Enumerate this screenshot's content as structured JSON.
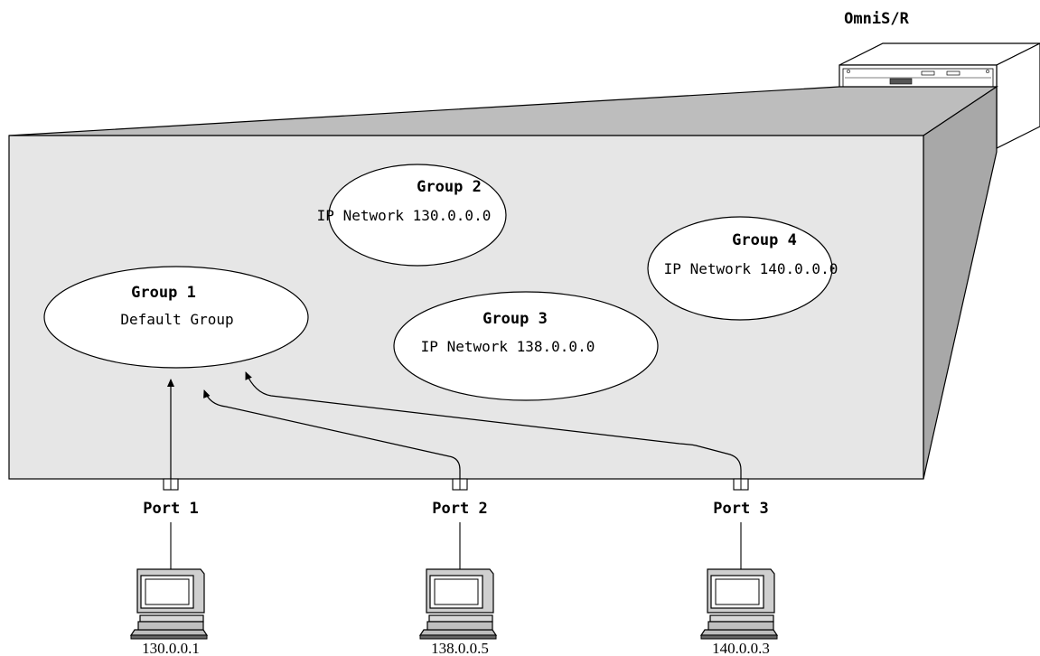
{
  "device": {
    "title": "OmniS/R"
  },
  "groups": [
    {
      "name": "Group 2",
      "subtitle": "IP Network 130.0.0.0"
    },
    {
      "name": "Group 4",
      "subtitle": "IP Network 140.0.0.0"
    },
    {
      "name": "Group 1",
      "subtitle": "Default Group"
    },
    {
      "name": "Group 3",
      "subtitle": "IP Network 138.0.0.0"
    }
  ],
  "ports": [
    {
      "label": "Port 1",
      "ip": "130.0.0.1"
    },
    {
      "label": "Port 2",
      "ip": "138.0.0.5"
    },
    {
      "label": "Port 3",
      "ip": "140.0.0.3"
    }
  ],
  "colors": {
    "panel_front": "#e6e6e6",
    "panel_side": "#a8a8a8",
    "panel_top": "#bdbdbd",
    "stroke": "#000000",
    "ellipse_fill": "#ffffff"
  }
}
